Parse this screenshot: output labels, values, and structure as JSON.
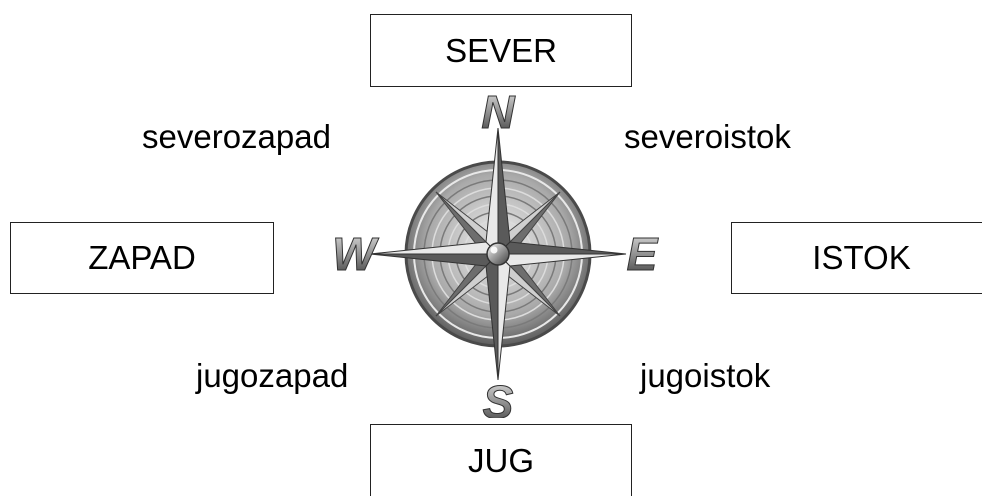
{
  "directions": {
    "north": "SEVER",
    "south": "JUG",
    "west": "ZAPAD",
    "east": "ISTOK",
    "northwest": "severozapad",
    "northeast": "severoistok",
    "southwest": "jugozapad",
    "southeast": "jugoistok"
  },
  "compass": {
    "letters": {
      "n": "N",
      "s": "S",
      "w": "W",
      "e": "E"
    },
    "icon": "compass-rose-icon"
  }
}
